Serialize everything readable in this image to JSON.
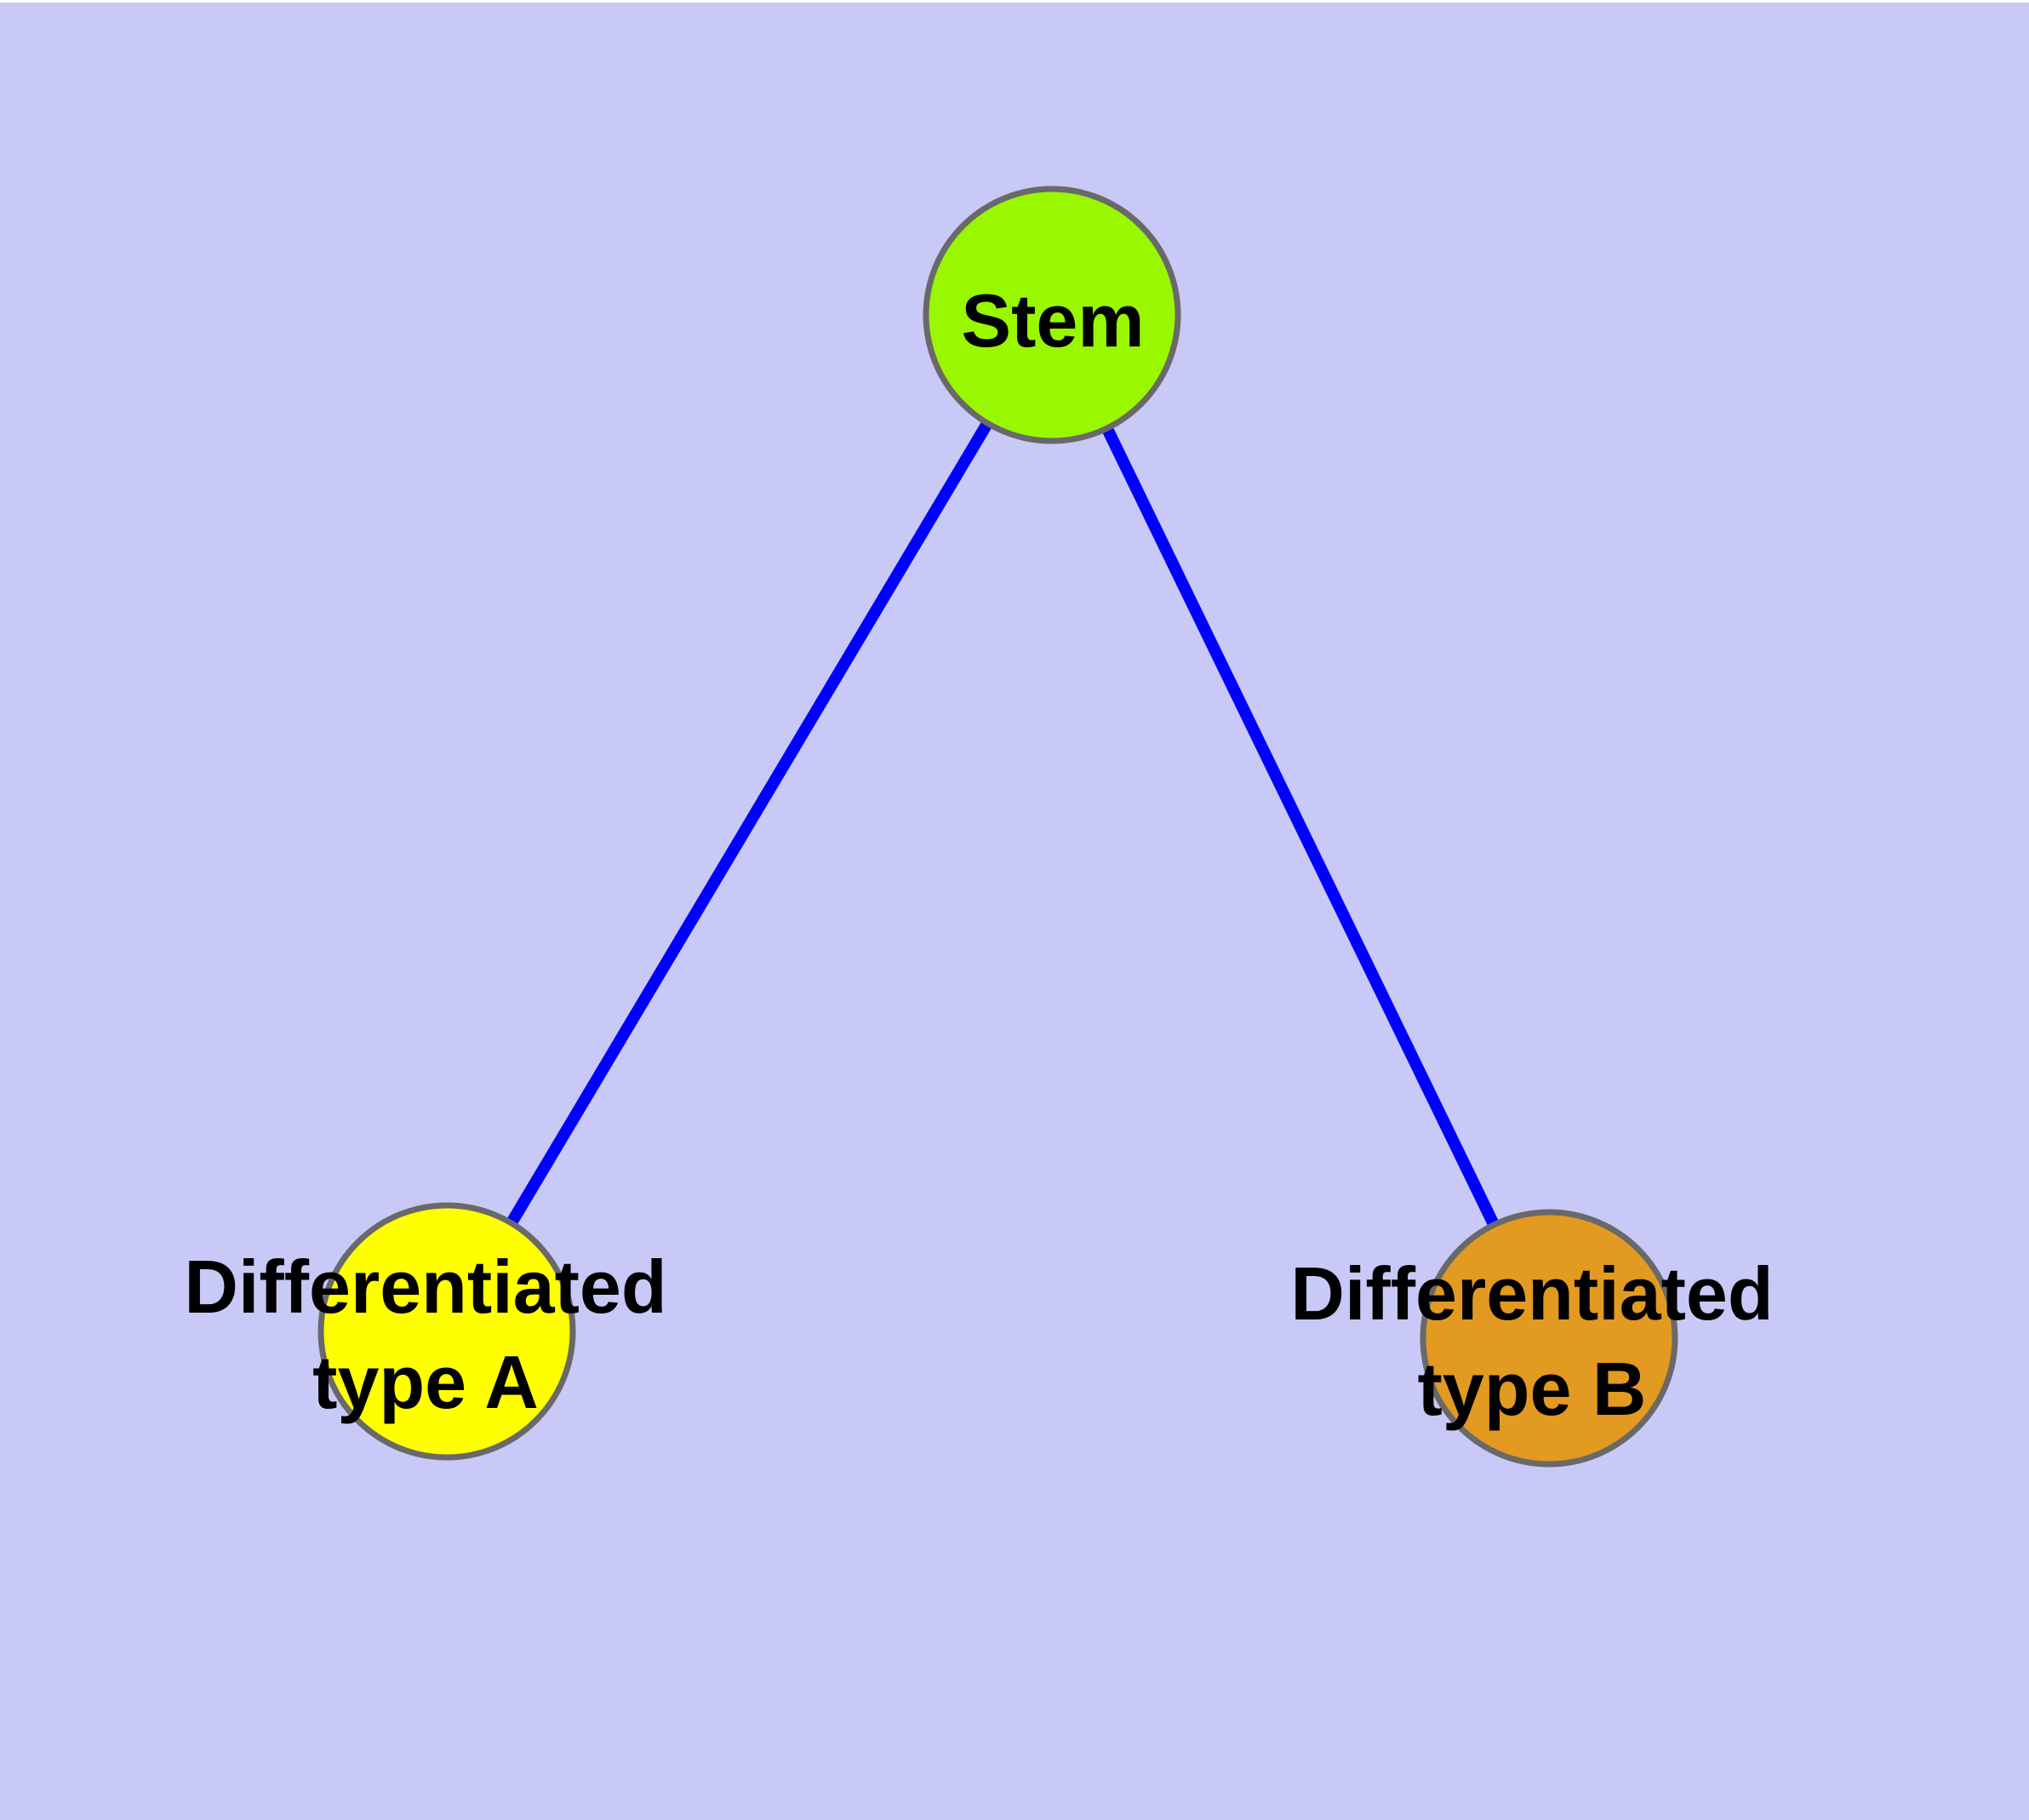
{
  "diagram": {
    "type": "graph",
    "description": "Stem cell differentiation tree: one stem node connected to two differentiated cell-type nodes",
    "background_color": "#C9C9F7",
    "top_margin_color": "#FFFFFF",
    "edge_color": "#0000FF",
    "node_border_color": "#696969",
    "label_color": "#000000",
    "nodes": [
      {
        "id": "stem",
        "label": "Stem",
        "color": "#99F700"
      },
      {
        "id": "differentiated-type-a",
        "label": "Differentiated\ntype A",
        "color": "#FFFF00"
      },
      {
        "id": "differentiated-type-b",
        "label": "Differentiated\ntype B",
        "color": "#E29A20"
      }
    ],
    "edges": [
      {
        "from": "stem",
        "to": "differentiated-type-a"
      },
      {
        "from": "stem",
        "to": "differentiated-type-b"
      }
    ]
  }
}
